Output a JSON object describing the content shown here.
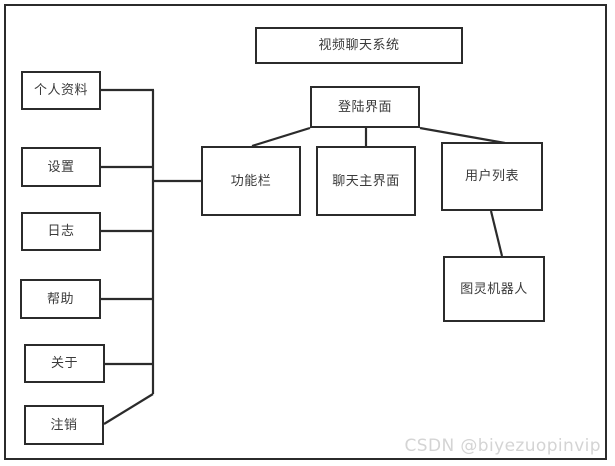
{
  "diagram": {
    "title_node": {
      "label": "视频聊天系统"
    },
    "login_node": {
      "label": "登陆界面"
    },
    "center_nodes": [
      {
        "id": "function-bar",
        "label": "功能栏"
      },
      {
        "id": "chat-main",
        "label": "聊天主界面"
      },
      {
        "id": "user-list",
        "label": "用户列表"
      }
    ],
    "robot_node": {
      "label": "图灵机器人"
    },
    "menu_items": [
      {
        "id": "profile",
        "label": "个人资料"
      },
      {
        "id": "settings",
        "label": "设置"
      },
      {
        "id": "log",
        "label": "日志"
      },
      {
        "id": "help",
        "label": "帮助"
      },
      {
        "id": "about",
        "label": "关于"
      },
      {
        "id": "logout",
        "label": "注销"
      }
    ],
    "watermark": "CSDN @biyezuopinvip",
    "colors": {
      "stroke": "#2b2b2b",
      "text": "#3a3a3a",
      "background": "#ffffff",
      "watermark": "#d4d4d4"
    }
  }
}
